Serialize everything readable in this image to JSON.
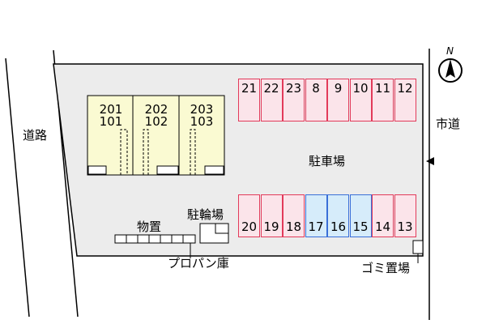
{
  "labels": {
    "road_left": "道路",
    "road_right": "市道",
    "parking": "駐車場",
    "bike_parking": "駐輪場",
    "storage": "物置",
    "propane": "プロパン庫",
    "garbage": "ゴミ置場",
    "compass": "N"
  },
  "units": [
    {
      "upper": "201",
      "lower": "101"
    },
    {
      "upper": "202",
      "lower": "102"
    },
    {
      "upper": "203",
      "lower": "103"
    }
  ],
  "parking_top": [
    {
      "num": "21",
      "kind": "red"
    },
    {
      "num": "22",
      "kind": "red"
    },
    {
      "num": "23",
      "kind": "red"
    },
    {
      "num": "8",
      "kind": "red"
    },
    {
      "num": "9",
      "kind": "red"
    },
    {
      "num": "10",
      "kind": "red"
    },
    {
      "num": "11",
      "kind": "red"
    },
    {
      "num": "12",
      "kind": "red"
    }
  ],
  "parking_bottom": [
    {
      "num": "20",
      "kind": "red"
    },
    {
      "num": "19",
      "kind": "red"
    },
    {
      "num": "18",
      "kind": "red"
    },
    {
      "num": "17",
      "kind": "blue"
    },
    {
      "num": "16",
      "kind": "blue"
    },
    {
      "num": "15",
      "kind": "blue"
    },
    {
      "num": "14",
      "kind": "red"
    },
    {
      "num": "13",
      "kind": "red"
    }
  ],
  "colors": {
    "lot": "#ececec",
    "building": "#fafad2",
    "red_border": "#e23a5a",
    "red_fill": "#fbe4ea",
    "blue_border": "#3a6fd8",
    "blue_fill": "#d6ecfa"
  }
}
